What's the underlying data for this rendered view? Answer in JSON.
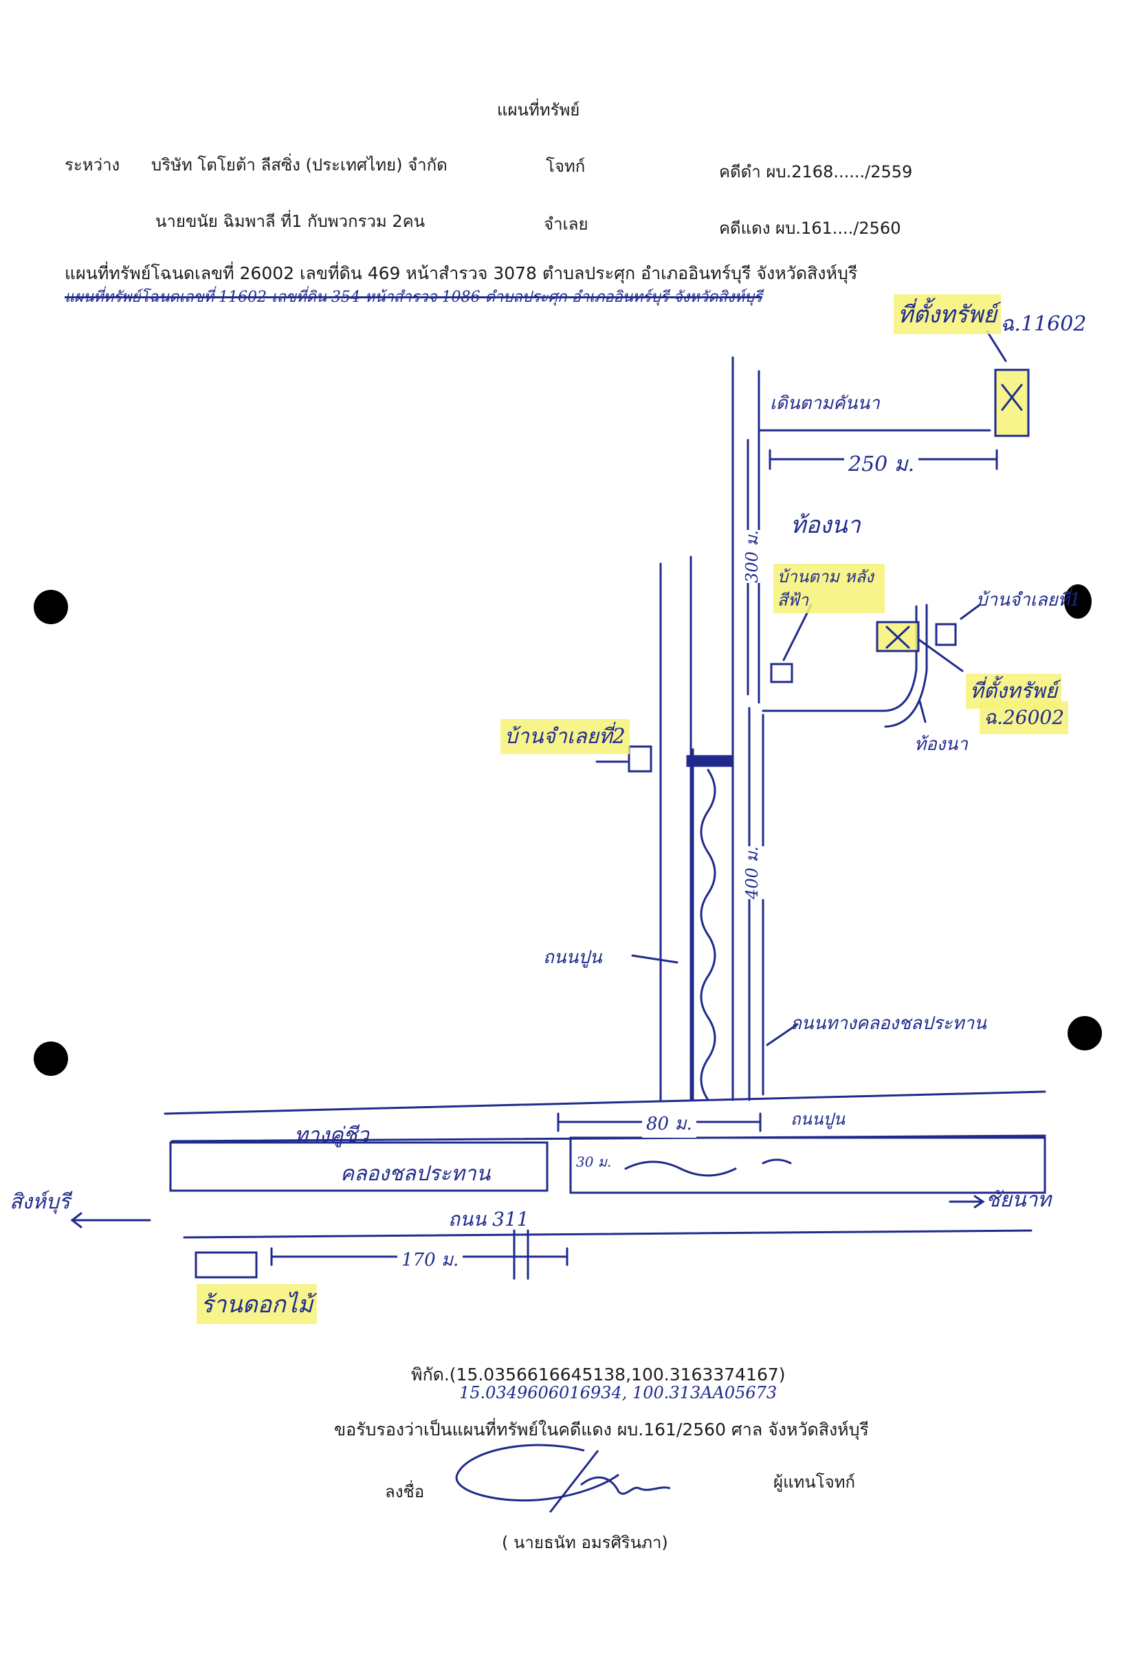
{
  "header": {
    "title": "แผนที่ทรัพย์",
    "between_label": "ระหว่าง",
    "plaintiff_name": "บริษัท โตโยต้า ลีสซิ่ง (ประเทศไทย) จำกัด",
    "plaintiff_role": "โจทก์",
    "black_case": "คดีดำ ผบ.2168....../2559",
    "defendant_name": "นายขนัย ฉิมพาลี ที่1 กับพวกรวม 2คน",
    "defendant_role": "จำเลย",
    "red_case": "คดีแดง ผบ.161..../2560"
  },
  "deed_line": "แผนที่ทรัพย์โฉนดเลขที่  26002  เลขที่ดิน 469 หน้าสำรวจ  3078 ตำบลประศุก  อำเภออินทร์บุรี  จังหวัดสิงห์บุรี",
  "struck_line": "แผนที่ทรัพย์โฉนดเลขที่ 11602 เลขที่ดิน 354 หน้าสำรวจ 1086 ตำบลประศุก อำเภออินทร์บุรี จังหวัดสิงห์บุรี",
  "map_labels": {
    "property_11602": "ที่ตั้งทรัพย์",
    "deed_11602": "ฉ.11602",
    "walk_path": "เดินตามคันนา",
    "dist_250": "250 ม.",
    "rice_field": "ท้องนา",
    "dist_300": "300 ม.",
    "house_blue_roof": "บ้านตาม หลังสีฟ้า",
    "defendant_house_1": "บ้านจำเลยที่1",
    "property_26002": "ที่ตั้งทรัพย์",
    "deed_26002": "ฉ.26002",
    "rice_field_2": "ท้องนา",
    "defendant_house_2": "บ้านจำเลยที่2",
    "dist_400": "400 ม.",
    "concrete_road": "ถนนปูน",
    "khao_kluang_road": "ถนนทางคลองชลประทาน",
    "dist_80": "80 ม.",
    "concrete_road_2": "ถนนปูน",
    "road_name": "ทางคู่ชีว",
    "canal": "คลองชลประทาน",
    "dist_30": "30 ม.",
    "to_singburi": "สิงห์บุรี",
    "to_chainat": "ชัยนาท",
    "road_311": "ถนน 311",
    "dist_170": "170 ม.",
    "flower_shop": "ร้านดอกไม้"
  },
  "footer": {
    "coordinates_printed": "พิกัด.(15.0356616645138,100.3163374167)",
    "coordinates_handwritten": "15.0349606016934, 100.313AA05673",
    "certify": "ขอรับรองว่าเป็นแผนที่ทรัพย์ในคดีแดง ผบ.161/2560  ศาล จังหวัดสิงห์บุรี",
    "sign_label": "ลงชื่อ",
    "rep_role": "ผู้แทนโจทก์",
    "signer_name": "( นายธนัท   อมรศิรินภา)"
  },
  "colors": {
    "ink": "#1f2a8c",
    "highlight": "#f6f278"
  }
}
